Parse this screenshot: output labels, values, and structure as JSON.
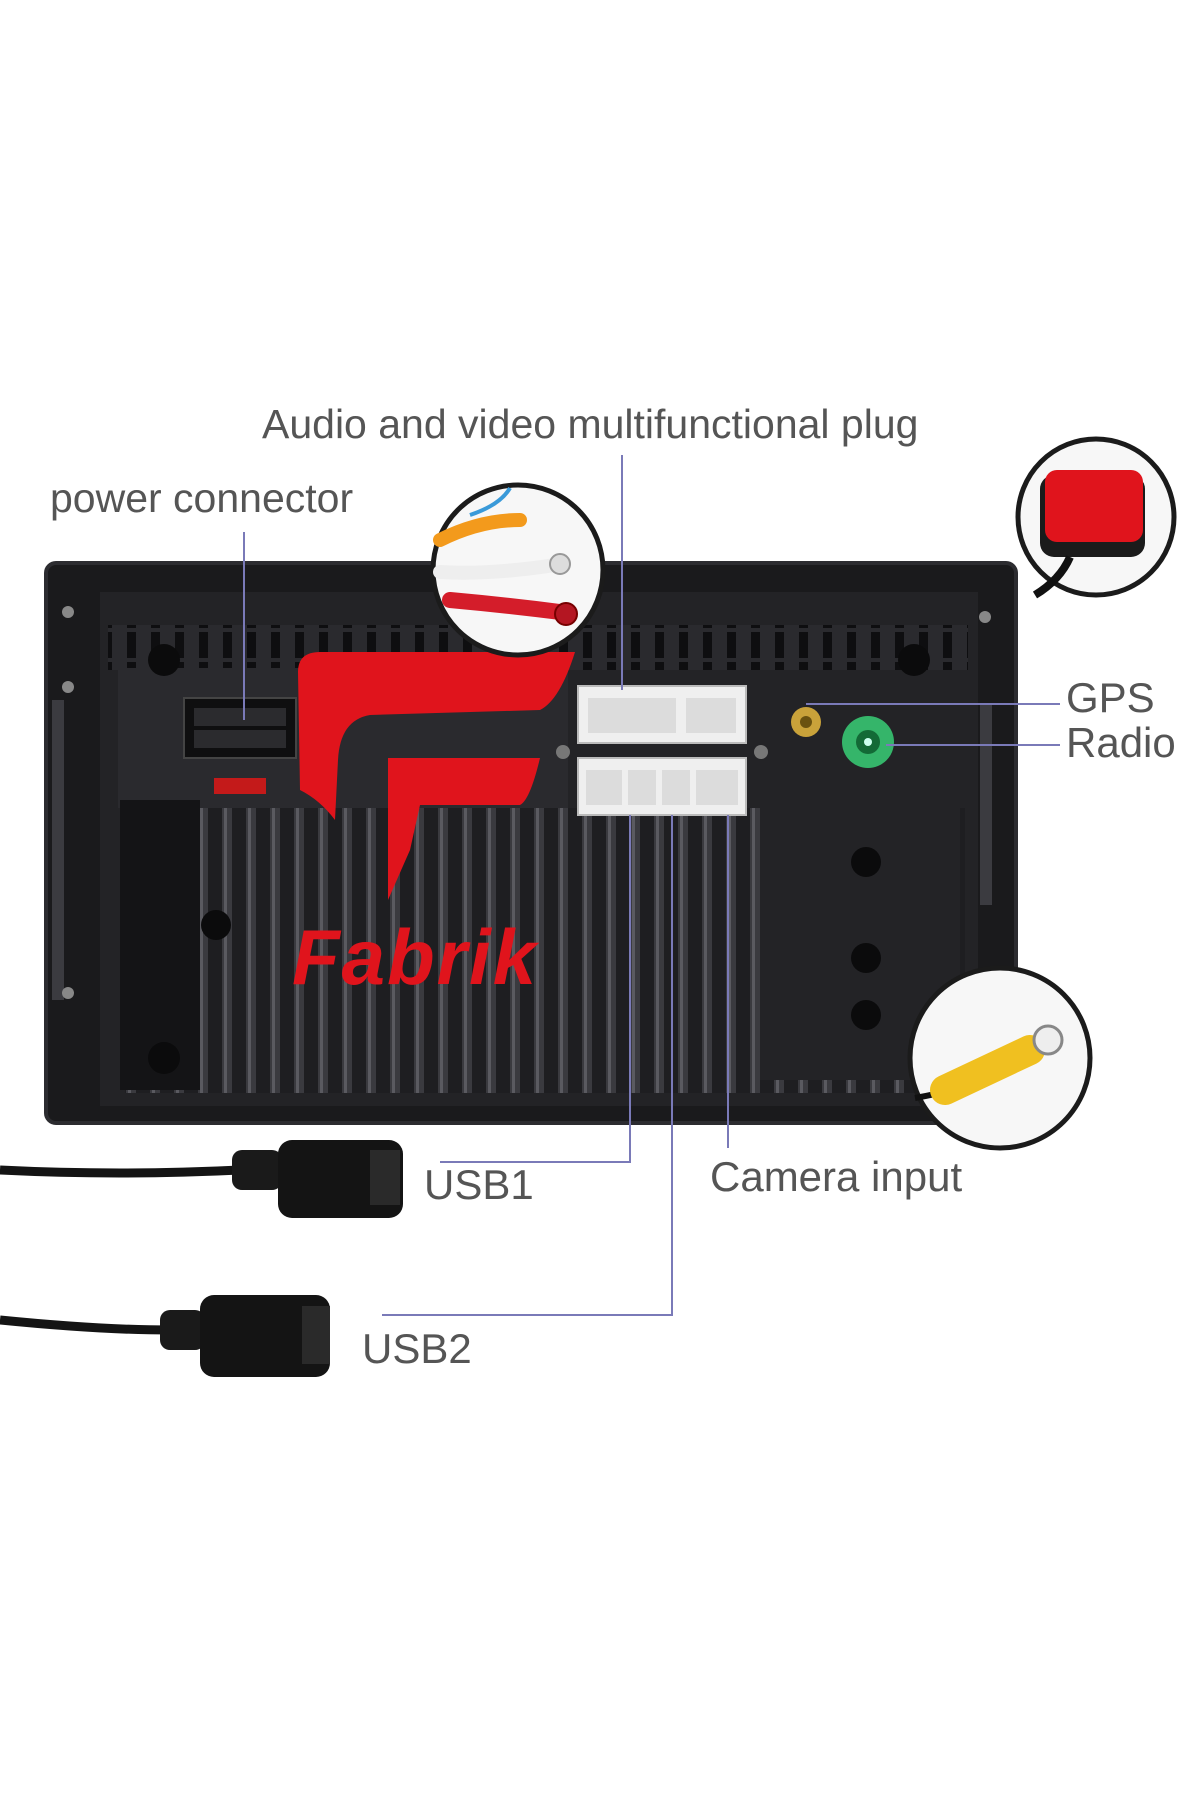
{
  "labels": {
    "av_plug": "Audio and video multifunctional plug",
    "power_connector": "power connector",
    "gps": "GPS",
    "radio": "Radio",
    "usb1": "USB1",
    "usb2": "USB2",
    "camera_input": "Camera input"
  },
  "brand": {
    "logo_text": "Fabrik"
  },
  "colors": {
    "label_text": "#555555",
    "leader_line": "#7a7ab8",
    "unit_body": "#1c1c1e",
    "brand_red": "#e0141c",
    "connector_white": "#efefef",
    "radio_port_green": "#35b56a"
  }
}
